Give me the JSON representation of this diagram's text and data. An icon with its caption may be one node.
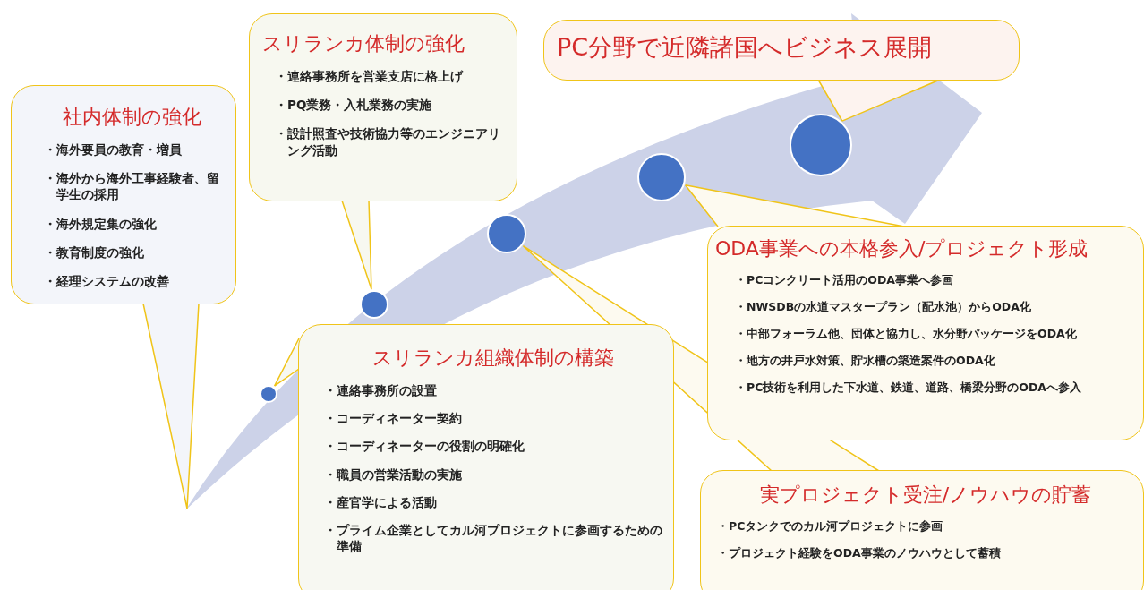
{
  "diagram": {
    "nodes": [
      {
        "text": [
          "社内体制の強化",
          "・海外要員の教育・増員",
          "・海外から海外工事経験者、留学生の採用",
          "・海外規定集の強化",
          "・教育制度の強化",
          "・経理システムの改善"
        ]
      },
      {
        "text": [
          "スリランカ体制の強化",
          "・連絡事務所を営業支店に格上げ",
          "・PQ業務・入札業務の実施",
          "・設計照査や技術協力等のエンジニアリング活動"
        ]
      },
      {
        "text": [
          "PC分野で近隣諸国へビジネス展開"
        ]
      },
      {
        "text": [
          "ODA事業への本格参入/プロジェクト形成",
          "・PCコンクリート活用のODA事業へ参画",
          "・NWSDBの水道マスタープラン（配水池）からODA化",
          "・中部フォーラム他、団体と協力し、水分野パッケージをODA化",
          "・地方の井戸水対策、貯水槽の築造案件のODA化",
          "・PC技術を利用した下水道、鉄道、道路、橋梁分野のODAへ参入"
        ]
      },
      {
        "text": [
          "スリランカ組織体制の構築",
          "・連絡事務所の設置",
          "・コーディネーター契約",
          "・コーディネーターの役割の明確化",
          "・職員の営業活動の実施",
          "・産官学による活動",
          "・プライム企業としてカル河プロジェクトに参画するための準備"
        ]
      },
      {
        "text": [
          "実プロジェクト受注/ノウハウの貯蓄",
          "・PCタンクでのカル河プロジェクトに参画",
          "・プロジェクト経験をODA事業のノウハウとして蓄積"
        ]
      },
      {
        "text": [],
        "shape": "circle"
      },
      {
        "text": [],
        "shape": "circle"
      },
      {
        "text": [],
        "shape": "circle"
      },
      {
        "text": [],
        "shape": "circle"
      },
      {
        "text": [],
        "shape": "circle"
      }
    ],
    "edges": [
      {
        "from": 0,
        "to": null,
        "arrow": "none"
      },
      {
        "from": 1,
        "to": 7,
        "arrow": "none"
      },
      {
        "from": 2,
        "to": 10,
        "arrow": "none"
      },
      {
        "from": 3,
        "to": 9,
        "arrow": "none"
      },
      {
        "from": 4,
        "to": 6,
        "arrow": "none"
      },
      {
        "from": 5,
        "to": 8,
        "arrow": "none"
      }
    ]
  }
}
